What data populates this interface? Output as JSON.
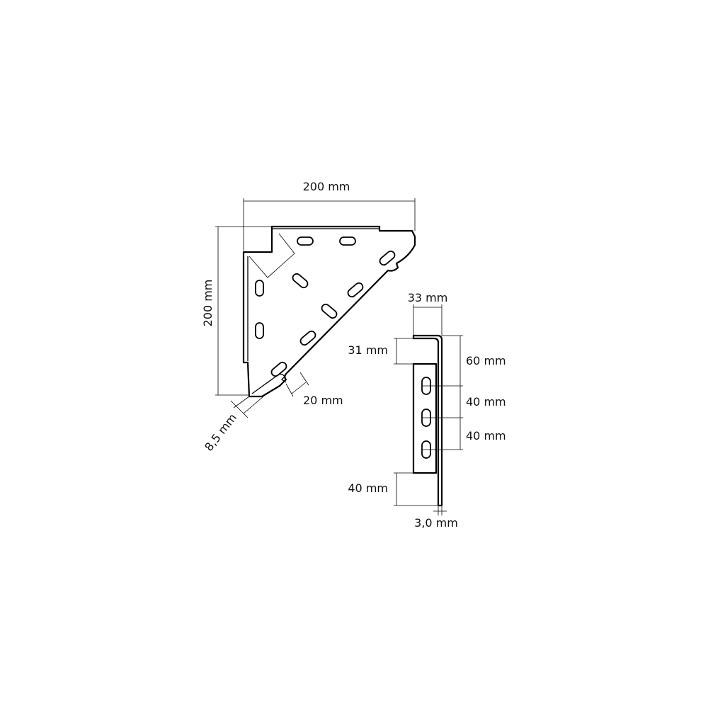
{
  "drawing": {
    "stroke_color": "#000000",
    "background_color": "#ffffff"
  },
  "dimensions": {
    "width_top": "200 mm",
    "height_left": "200 mm",
    "thickness_gap": "8,5 mm",
    "slot_spacing": "20 mm",
    "flange_width": "33 mm",
    "top_offset": "31 mm",
    "side_60": "60 mm",
    "side_40_a": "40 mm",
    "side_40_b": "40 mm",
    "bottom_40": "40 mm",
    "material_thickness": "3,0 mm"
  }
}
